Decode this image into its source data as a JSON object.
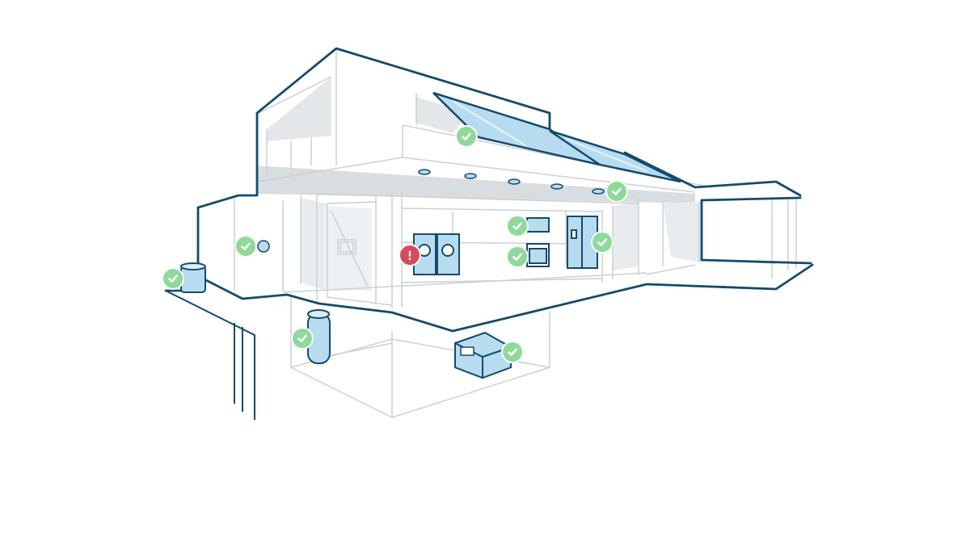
{
  "colors": {
    "outline": "#154a6b",
    "line": "#c9ced2",
    "shade": "#dfe3e6",
    "glass": "#b8dcef",
    "ok": "#8fd99b",
    "alert": "#d64a5e"
  },
  "devices": [
    {
      "name": "solar-panel",
      "status": "ok"
    },
    {
      "name": "roof-light",
      "status": "ok"
    },
    {
      "name": "microwave",
      "status": "ok"
    },
    {
      "name": "refrigerator",
      "status": "ok"
    },
    {
      "name": "oven",
      "status": "ok"
    },
    {
      "name": "washer-dryer",
      "status": "alert"
    },
    {
      "name": "thermostat",
      "status": "ok"
    },
    {
      "name": "water-softener",
      "status": "ok"
    },
    {
      "name": "water-heater",
      "status": "ok"
    },
    {
      "name": "hvac-unit",
      "status": "ok"
    }
  ]
}
